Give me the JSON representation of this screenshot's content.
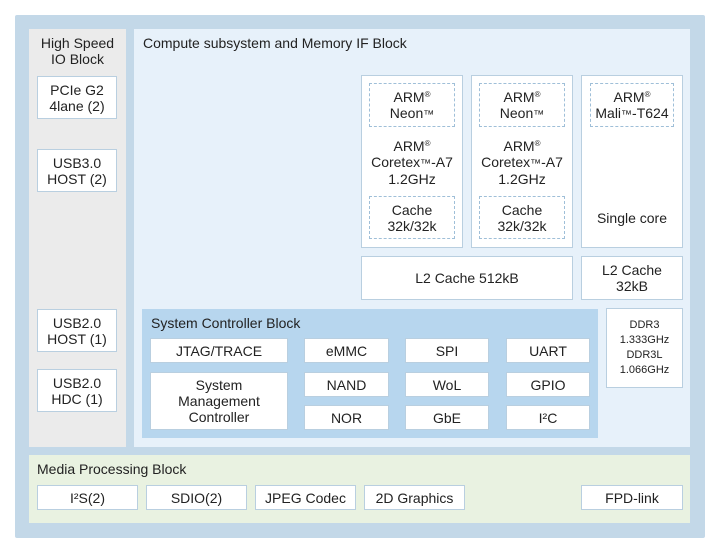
{
  "high_speed_io": {
    "title_line1": "High Speed",
    "title_line2": "IO Block",
    "pcie_line1": "PCIe G2",
    "pcie_line2": "4lane (2)",
    "usb3_line1": "USB3.0",
    "usb3_line2": "HOST (2)",
    "usb2host_line1": "USB2.0",
    "usb2host_line2": "HOST (1)",
    "usb2hdc_line1": "USB2.0",
    "usb2hdc_line2": "HDC (1)"
  },
  "compute": {
    "title": "Compute subsystem and Memory IF Block",
    "core1": {
      "neon_arm": "ARM",
      "neon_name": "Neon",
      "cortex_arm": "ARM",
      "cortex_name": "Coretex",
      "cortex_model": "-A7",
      "cortex_freq": "1.2GHz",
      "cache_label": "Cache",
      "cache_size": "32k/32k"
    },
    "core2": {
      "neon_arm": "ARM",
      "neon_name": "Neon",
      "cortex_arm": "ARM",
      "cortex_name": "Coretex",
      "cortex_model": "-A7",
      "cortex_freq": "1.2GHz",
      "cache_label": "Cache",
      "cache_size": "32k/32k"
    },
    "gpu": {
      "arm": "ARM",
      "name": "Mali",
      "model": "-T624",
      "cores": "Single core"
    },
    "l2_main": "L2 Cache 512kB",
    "l2_gpu_line1": "L2 Cache",
    "l2_gpu_line2": "32kB",
    "ddr": {
      "line1": "DDR3",
      "line2": "1.333GHz",
      "line3": "DDR3L",
      "line4": "1.066GHz"
    },
    "reg": "®",
    "tm": "™"
  },
  "system_controller": {
    "title": "System Controller Block",
    "jtag": "JTAG/TRACE",
    "emmc": "eMMC",
    "spi": "SPI",
    "uart": "UART",
    "smc_line1": "System",
    "smc_line2": "Management",
    "smc_line3": "Controller",
    "nand": "NAND",
    "wol": "WoL",
    "gpio": "GPIO",
    "nor": "NOR",
    "gbe": "GbE",
    "i2c": "I²C"
  },
  "media": {
    "title": "Media Processing Block",
    "i2s": "I²S(2)",
    "sdio": "SDIO(2)",
    "jpeg": "JPEG Codec",
    "graphics2d": "2D Graphics",
    "fpd": "FPD-link"
  }
}
